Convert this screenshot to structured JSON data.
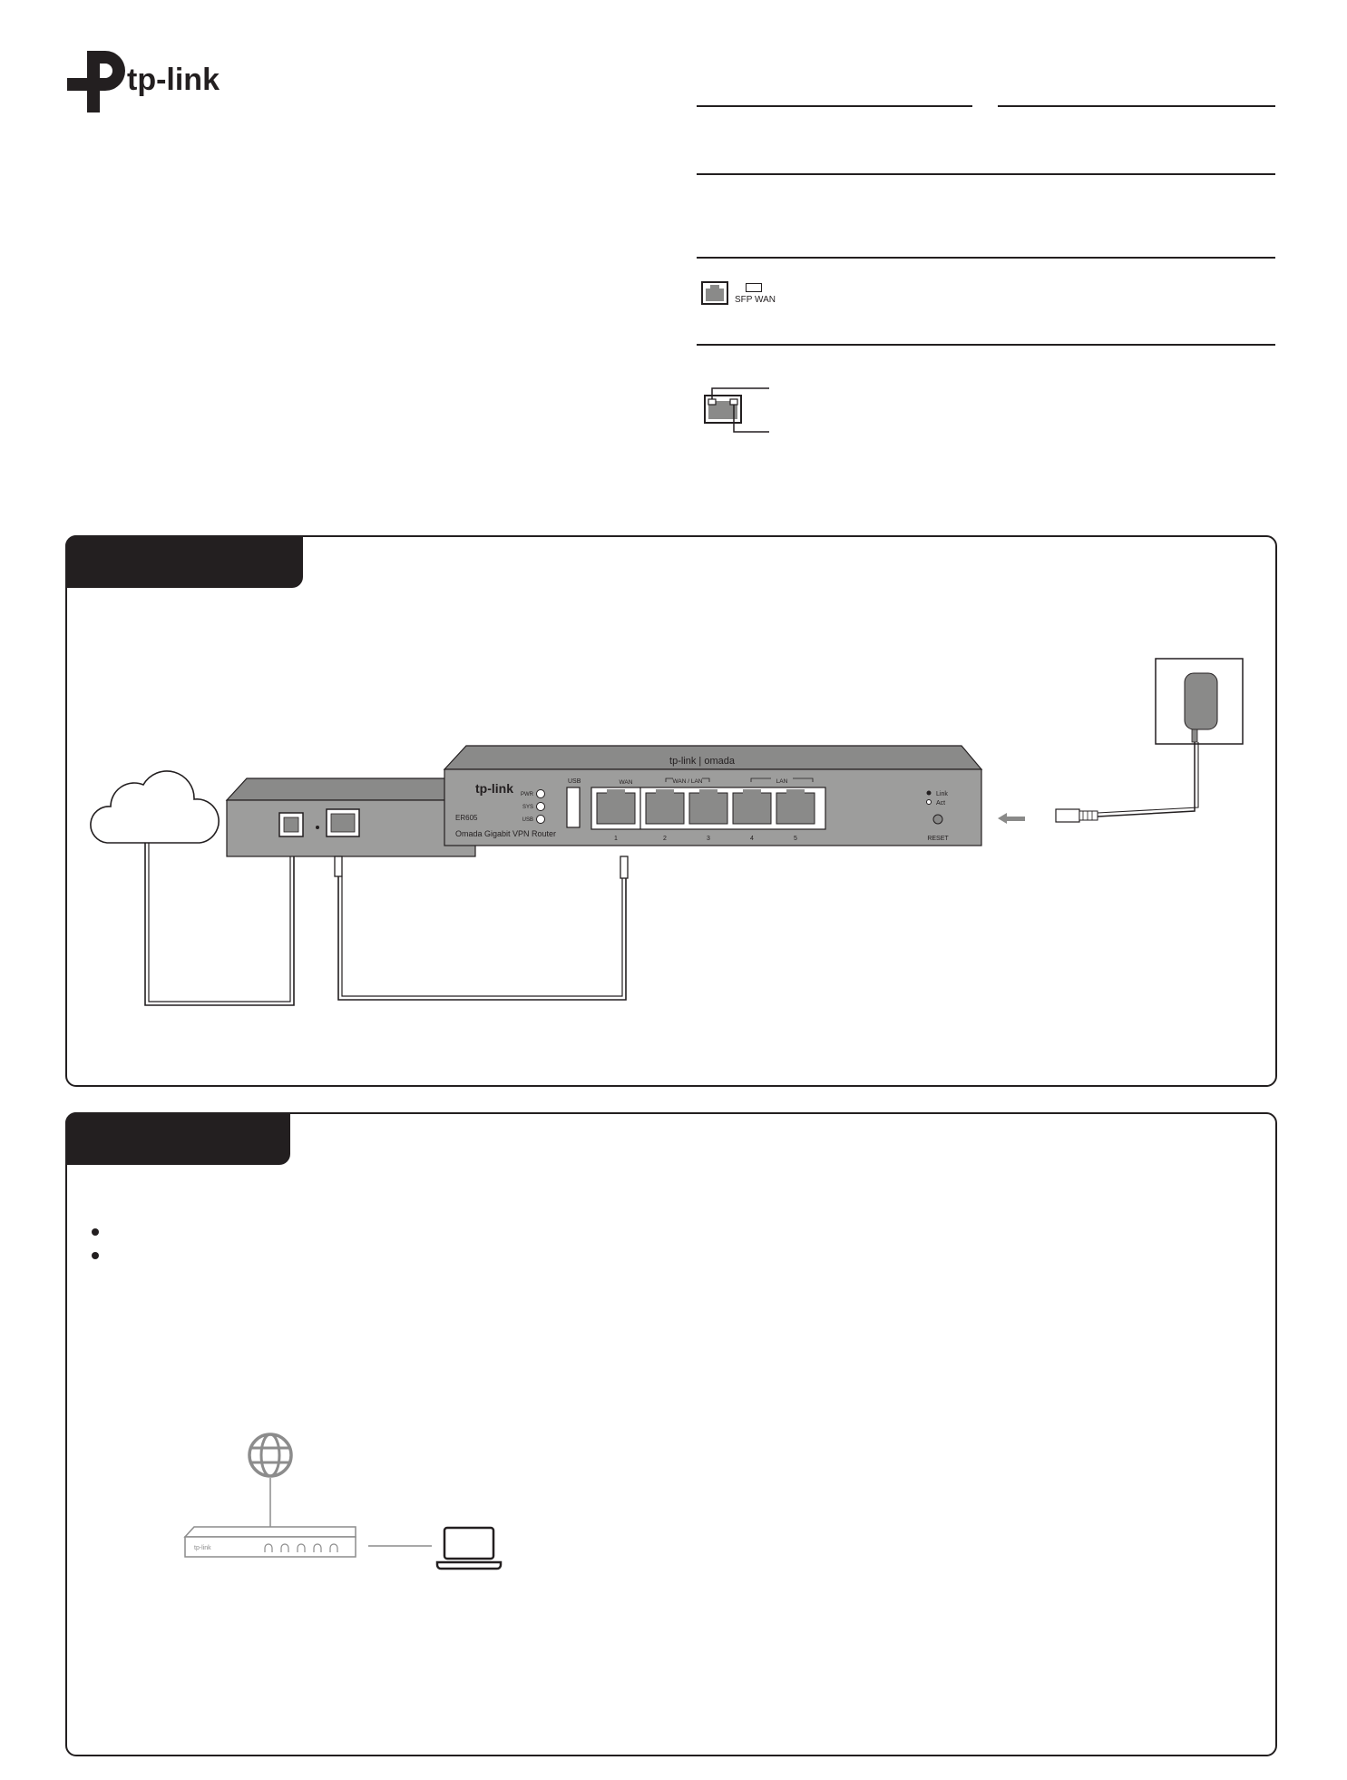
{
  "brand": {
    "logo_text": "tp-link",
    "color": "#231f20"
  },
  "led_panel": {
    "sfp_label": "SFP WAN"
  },
  "connection_diagram": {
    "router": {
      "brand_top": "tp-link | omada",
      "brand_front": "tp-link",
      "model": "ER605",
      "product_name": "Omada Gigabit  VPN Router",
      "leds": [
        "PWR",
        "SYS",
        "USB"
      ],
      "usb_label": "USB",
      "port_group_wan": "WAN",
      "port_group_wanlan": "WAN / LAN",
      "port_group_lan": "LAN",
      "port_numbers": [
        "1",
        "2",
        "3",
        "4",
        "5"
      ],
      "legend_link": "Link",
      "legend_act": "Act",
      "reset_label": "RESET"
    }
  },
  "mini_router": {
    "brand": "tp-link"
  },
  "colors": {
    "device_gray": "#9d9d9c",
    "device_dark": "#8a8a89",
    "line": "#231f20",
    "globe": "#8c8c8c"
  }
}
